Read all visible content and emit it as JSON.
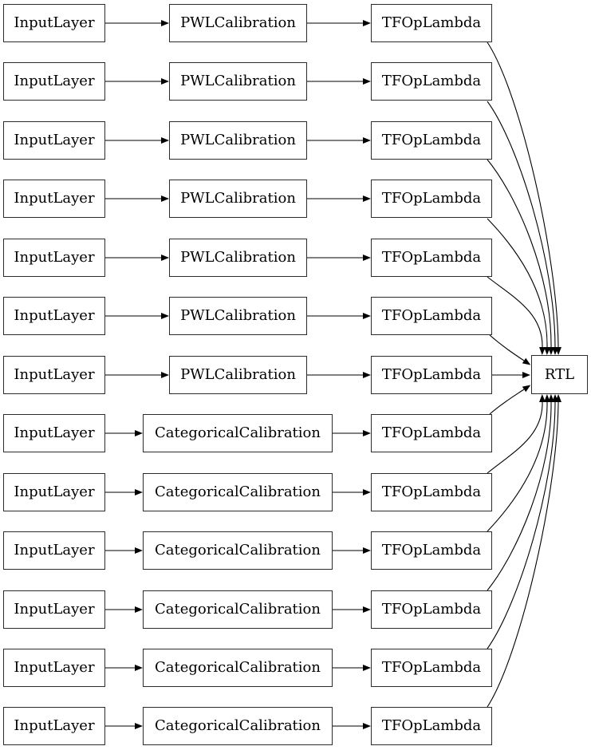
{
  "diagram": {
    "colors": {
      "background": "#ffffff",
      "node_fill": "#ffffff",
      "node_border": "#2b2b2b",
      "edge": "#000000",
      "text": "#000000"
    },
    "rows": [
      {
        "input": "InputLayer",
        "calibration": "PWLCalibration",
        "lambda": "TFOpLambda"
      },
      {
        "input": "InputLayer",
        "calibration": "PWLCalibration",
        "lambda": "TFOpLambda"
      },
      {
        "input": "InputLayer",
        "calibration": "PWLCalibration",
        "lambda": "TFOpLambda"
      },
      {
        "input": "InputLayer",
        "calibration": "PWLCalibration",
        "lambda": "TFOpLambda"
      },
      {
        "input": "InputLayer",
        "calibration": "PWLCalibration",
        "lambda": "TFOpLambda"
      },
      {
        "input": "InputLayer",
        "calibration": "PWLCalibration",
        "lambda": "TFOpLambda"
      },
      {
        "input": "InputLayer",
        "calibration": "PWLCalibration",
        "lambda": "TFOpLambda"
      },
      {
        "input": "InputLayer",
        "calibration": "CategoricalCalibration",
        "lambda": "TFOpLambda"
      },
      {
        "input": "InputLayer",
        "calibration": "CategoricalCalibration",
        "lambda": "TFOpLambda"
      },
      {
        "input": "InputLayer",
        "calibration": "CategoricalCalibration",
        "lambda": "TFOpLambda"
      },
      {
        "input": "InputLayer",
        "calibration": "CategoricalCalibration",
        "lambda": "TFOpLambda"
      },
      {
        "input": "InputLayer",
        "calibration": "CategoricalCalibration",
        "lambda": "TFOpLambda"
      },
      {
        "input": "InputLayer",
        "calibration": "CategoricalCalibration",
        "lambda": "TFOpLambda"
      }
    ],
    "output": {
      "label": "RTL"
    }
  }
}
